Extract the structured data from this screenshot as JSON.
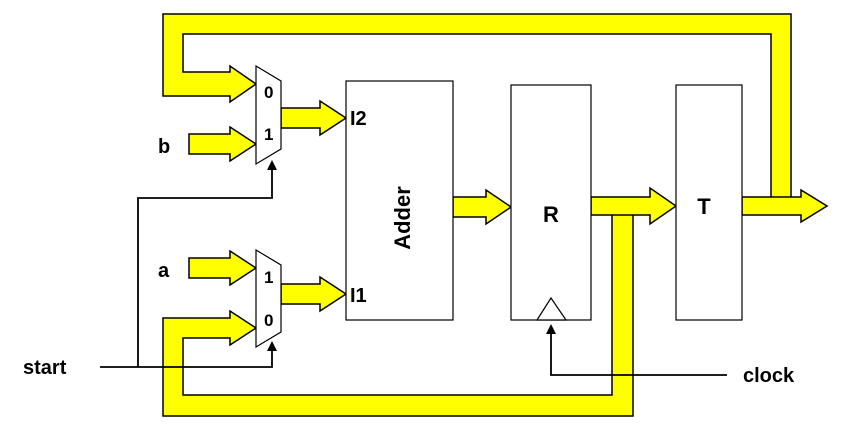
{
  "colors": {
    "bus_fill": "#ffff00",
    "stroke": "#000000",
    "background": "#ffffff"
  },
  "blocks": {
    "adder": "Adder",
    "register_r": "R",
    "register_t": "T"
  },
  "ports": {
    "adder_in_top": "I2",
    "adder_in_bottom": "I1"
  },
  "mux_top": {
    "sel0": "0",
    "sel1": "1"
  },
  "mux_bottom": {
    "sel0": "1",
    "sel1": "0"
  },
  "signals": {
    "b": "b",
    "a": "a",
    "start": "start",
    "clock": "clock"
  }
}
